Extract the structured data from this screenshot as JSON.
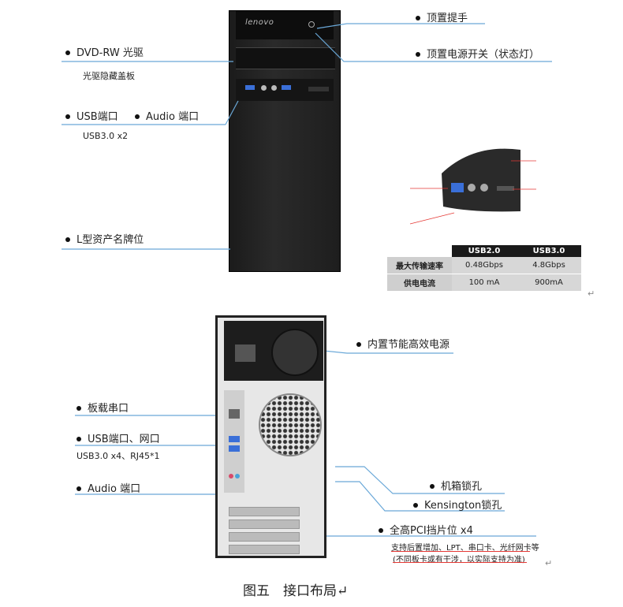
{
  "front": {
    "brand": "lenovo",
    "labels": {
      "top_handle": "顶置提手",
      "dvd": "DVD-RW 光驱",
      "dvd_sub": "光驱隐藏盖板",
      "power": "顶置电源开关（状态灯）",
      "usb": "USB端口",
      "audio": "Audio 端口",
      "usb_sub": "USB3.0 x2",
      "asset": "L型资产名牌位"
    }
  },
  "spec_table": {
    "headers": [
      "",
      "USB2.0",
      "USB3.0"
    ],
    "rows": [
      {
        "label": "最大传输速率",
        "usb2": "0.48Gbps",
        "usb3": "4.8Gbps"
      },
      {
        "label": "供电电流",
        "usb2": "100 mA",
        "usb3": "900mA"
      }
    ]
  },
  "rear": {
    "labels": {
      "psu": "内置节能高效电源",
      "serial": "板载串口",
      "usb_net": "USB端口、网口",
      "usb_net_sub": "USB3.0 x4、RJ45*1",
      "audio": "Audio 端口",
      "chassis_lock": "机箱锁孔",
      "kensington": "Kensington锁孔",
      "pci": "全高PCI挡片位 x4",
      "pci_note1": "支持后置增加、LPT、串口卡、光纤网卡等",
      "pci_note2": "(不同板卡或有干涉，以实际支持为准)"
    }
  },
  "caption": "图五　接口布局↵",
  "return_mark": "↵",
  "colors": {
    "line": "#6aa8d8",
    "accent": "#e53935"
  }
}
